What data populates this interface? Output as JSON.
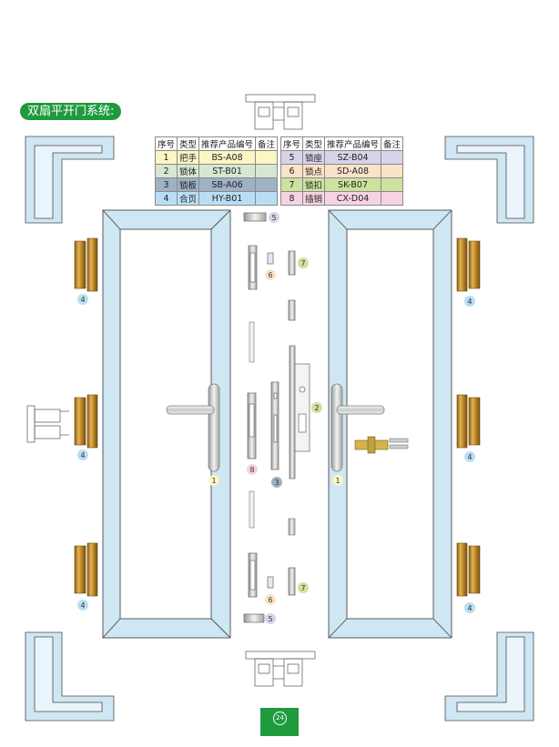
{
  "title": "双扇平开门系统:",
  "table_headers": [
    "序号",
    "类型",
    "推荐产品编号",
    "备注"
  ],
  "left_rows": [
    {
      "no": "1",
      "type": "把手",
      "code": "BS-A08",
      "color": "#fbf6c2"
    },
    {
      "no": "2",
      "type": "锁体",
      "code": "ST-B01",
      "color": "#d8e7d2"
    },
    {
      "no": "3",
      "type": "锁板",
      "code": "SB-A06",
      "color": "#9fb1c4"
    },
    {
      "no": "4",
      "type": "合页",
      "code": "HY-B01",
      "color": "#b9def3"
    }
  ],
  "right_rows": [
    {
      "no": "5",
      "type": "锁座",
      "code": "SZ-B04",
      "color": "#d9d3ea"
    },
    {
      "no": "6",
      "type": "锁点",
      "code": "SD-A08",
      "color": "#fbe3c9"
    },
    {
      "no": "7",
      "type": "锁扣",
      "code": "SK-B07",
      "color": "#cfe19e"
    },
    {
      "no": "8",
      "type": "插销",
      "code": "CX-D04",
      "color": "#f6d3e2"
    }
  ],
  "callouts": [
    {
      "label": "1",
      "color": "#fbf6c2"
    },
    {
      "label": "2",
      "color": "#cfe19e"
    },
    {
      "label": "3",
      "color": "#9fb1c4"
    },
    {
      "label": "4",
      "color": "#b9def3"
    },
    {
      "label": "5",
      "color": "#d9d3ea"
    },
    {
      "label": "6",
      "color": "#fbe3c9"
    },
    {
      "label": "7",
      "color": "#cfe19e"
    },
    {
      "label": "8",
      "color": "#f6d3e2"
    }
  ],
  "page_number": "24",
  "colors": {
    "accent": "#1f9a3d",
    "frame": "#cfe6f3",
    "frame_stroke": "#4b4b4b",
    "hinge": "#c9962c"
  }
}
